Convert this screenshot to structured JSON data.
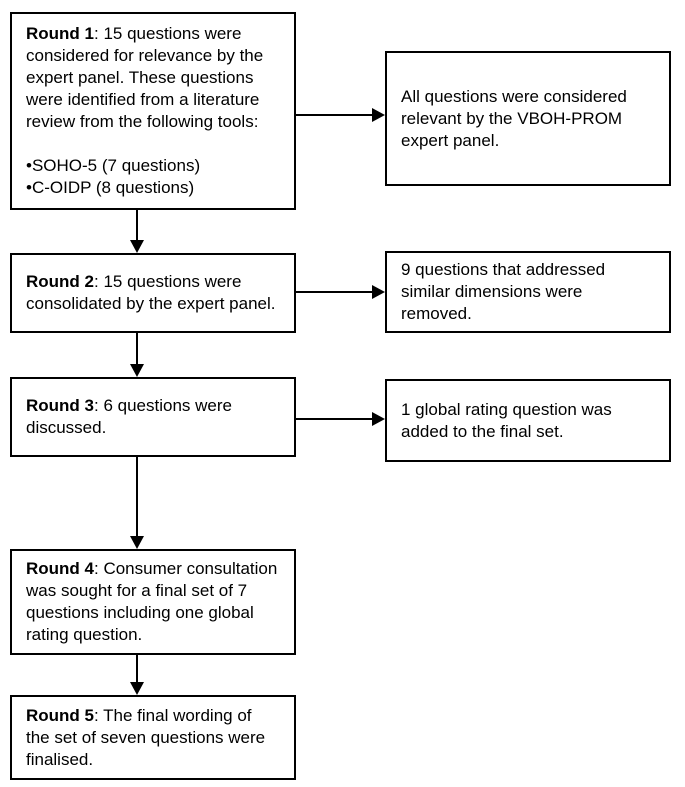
{
  "rounds": [
    {
      "label": "Round 1",
      "rest": ": 15 questions were",
      "lines": [
        "considered for relevance by the",
        "expert panel. These questions",
        "were identified from a literature",
        "review from the following tools:",
        "",
        "•SOHO-5 (7 questions)",
        "•C-OIDP (8 questions)"
      ]
    },
    {
      "label": "Round 2",
      "rest": ": 15 questions were",
      "lines": [
        "consolidated by the expert panel."
      ]
    },
    {
      "label": "Round 3",
      "rest": ": 6 questions were",
      "lines": [
        "discussed."
      ]
    },
    {
      "label": "Round 4",
      "rest": ": Consumer consultation",
      "lines": [
        "was sought for a final set of 7",
        "questions including one global",
        "rating question."
      ]
    },
    {
      "label": "Round 5",
      "rest": ": The final wording of",
      "lines": [
        "the set of seven questions were",
        "finalised."
      ]
    }
  ],
  "outcomes": [
    {
      "lines": [
        "All questions were considered",
        "relevant by the VBOH-PROM",
        "expert panel."
      ]
    },
    {
      "lines": [
        "9 questions that addressed",
        "similar dimensions were",
        "removed."
      ]
    },
    {
      "lines": [
        "1 global rating question was",
        "added to the final set."
      ]
    }
  ],
  "colors": {
    "border": "#000000",
    "text": "#000000",
    "background": "#ffffff"
  }
}
